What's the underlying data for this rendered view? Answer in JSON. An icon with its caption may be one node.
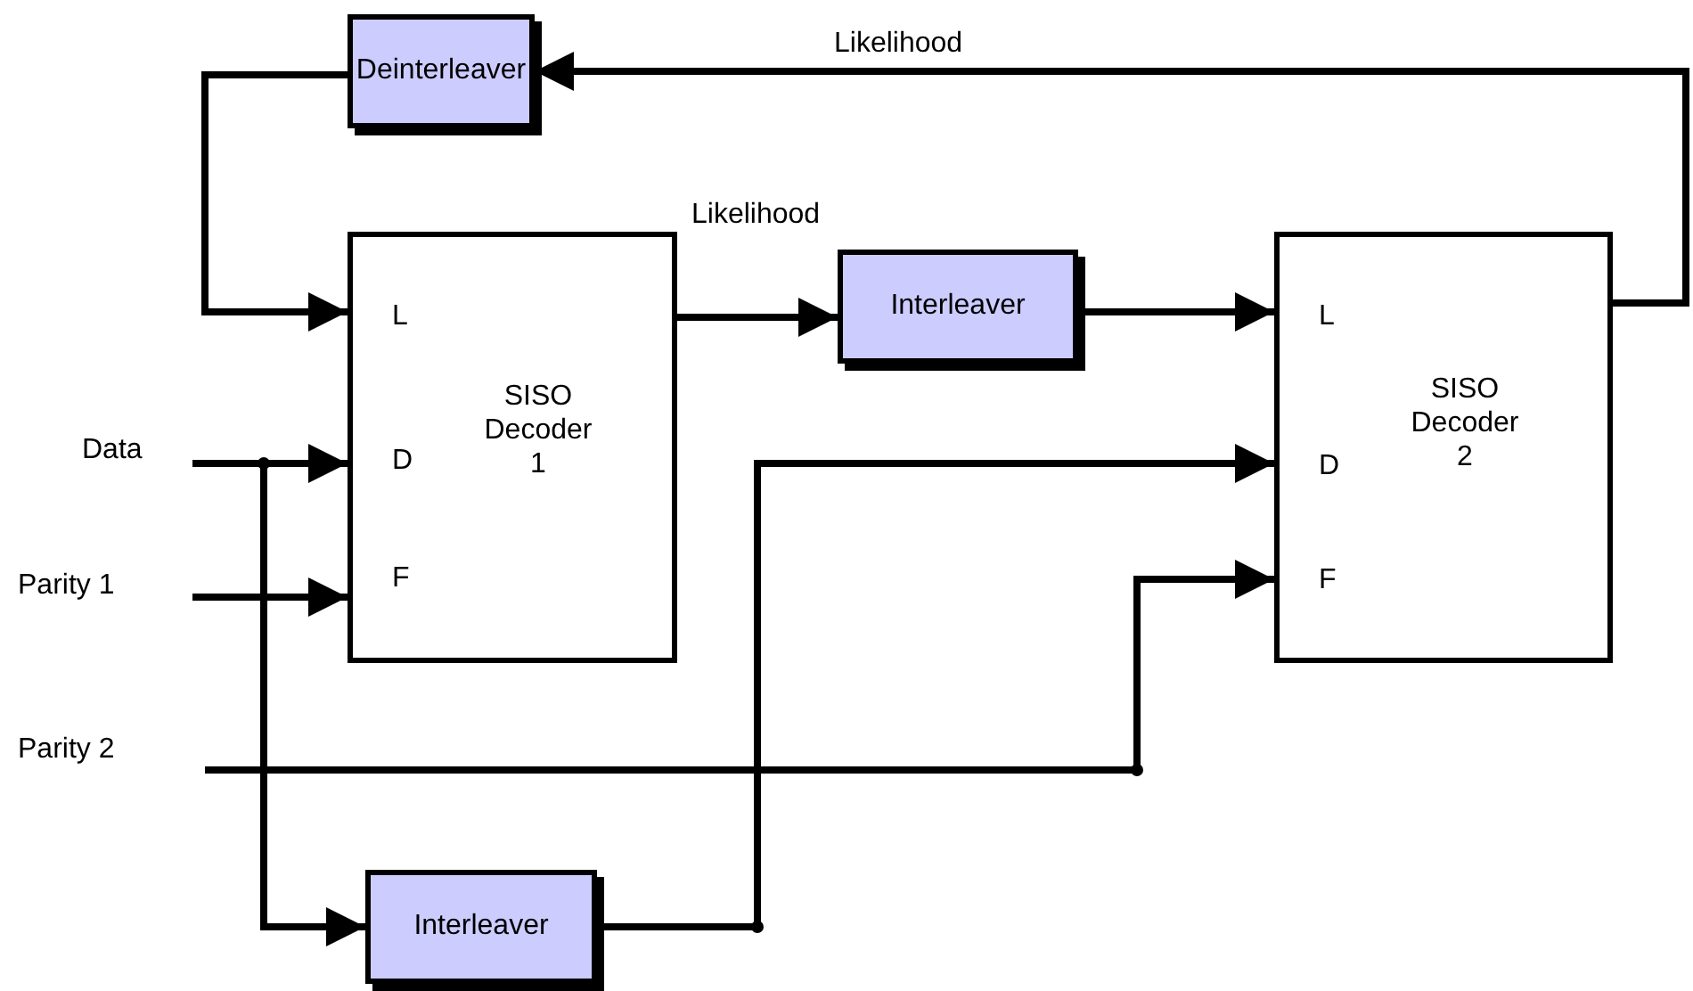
{
  "diagram": {
    "nodes": [
      {
        "text": [
          "Deinterleaver"
        ]
      },
      {
        "text": [
          "L",
          "D",
          "SISO Decoder 1",
          "F"
        ]
      },
      {
        "text": [
          "Interleaver"
        ]
      },
      {
        "text": [
          "L",
          "D",
          "SISO Decoder 2",
          "F"
        ]
      },
      {
        "text": [
          "Interleaver"
        ]
      },
      {
        "text": [
          "Data"
        ]
      },
      {
        "text": [
          "Parity 1"
        ]
      },
      {
        "text": [
          "Parity 2"
        ]
      }
    ],
    "edges": [
      {
        "from": 3,
        "to": 0,
        "arrow": "to",
        "label": "Likelihood"
      },
      {
        "from": 0,
        "to": 1,
        "arrow": "to"
      },
      {
        "from": 1,
        "to": 2,
        "arrow": "to",
        "label": "Likelihood"
      },
      {
        "from": 2,
        "to": 3,
        "arrow": "to"
      },
      {
        "from": 5,
        "to": 1,
        "arrow": "to"
      },
      {
        "from": 5,
        "to": 4,
        "arrow": "to"
      },
      {
        "from": 6,
        "to": 1,
        "arrow": "to"
      },
      {
        "from": 7,
        "to": 3,
        "arrow": "to"
      },
      {
        "from": 4,
        "to": 3,
        "arrow": "to"
      }
    ]
  }
}
